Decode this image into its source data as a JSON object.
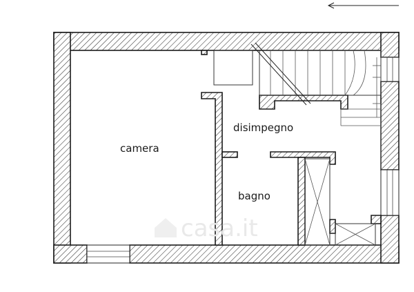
{
  "rooms": {
    "camera": "camera",
    "disimpegno": "disimpegno",
    "bagno": "bagno"
  },
  "watermark": "casa.it",
  "colors": {
    "wall_stroke": "#1a1a1a",
    "hatch": "#333333",
    "watermark": "#e9e9e9"
  },
  "icons": {
    "north_arrow": "arrow-left-icon",
    "watermark_logo": "house-logo-icon"
  }
}
